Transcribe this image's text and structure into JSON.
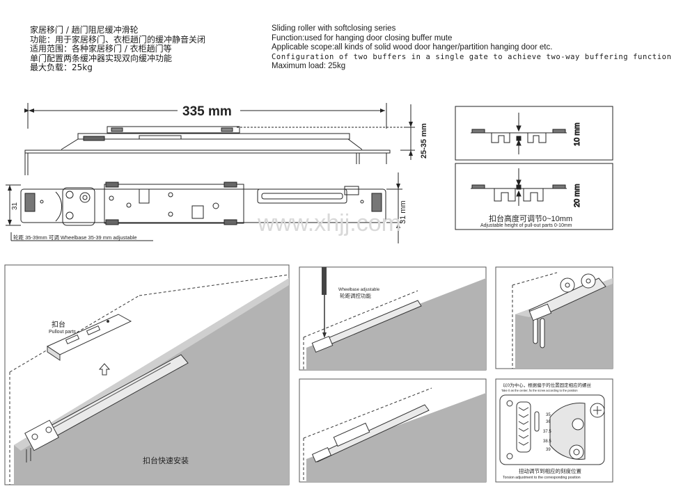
{
  "header": {
    "cn_lines": [
      "家居移门 / 趟门阻尼缓冲滑轮",
      "功能：用于家居移门、衣柜趟门的缓冲静音关闭",
      "适用范围：各种家居移门 / 衣柜趟门等",
      "单门配置两条缓冲器实现双向缓冲功能",
      "最大负载：25kg"
    ],
    "en_lines": [
      "Sliding roller with softclosing series",
      "Function:used for hanging door closing buffer mute",
      "Applicable scope:all kinds of solid wood door hanger/partition hanging door etc.",
      "Configuration of two buffers in a single gate to achieve two-way buffering function",
      "Maximum load: 25kg"
    ]
  },
  "dimensions": {
    "length": "335 mm",
    "height": "25-35 mm",
    "width_left": "31",
    "width_right": "31 mm",
    "wheelbase_note": "轮距 35-39mm 可调  Wheelbase 35-39 mm adjustable"
  },
  "adjust_panel": {
    "top_label": "10 mm",
    "bottom_label": "20 mm",
    "caption_cn": "扣台高度可调节0~10mm",
    "caption_en": "Adjustable height of pull-out parts 0-10mm"
  },
  "watermark": "www.xhjj.com",
  "install": {
    "pullout_cn": "扣台",
    "pullout_en": "Pullout parts",
    "quick_install_cn": "扣台快速安装",
    "wheelbase_en": "Wheelbase adjustable",
    "wheelbase_cn": "轮距调控功能",
    "center_note_cn": "以0为中心，根据偏于的位置固定相应的螺丝",
    "center_note_en": "Take 0 as the center, fix the screw according to the position",
    "torsion_cn": "扭动调节到相应的刻度位置",
    "torsion_en": "Torsion adjustment to the corresponding position",
    "scale": [
      "35",
      "36",
      "37.5",
      "38.5",
      "39"
    ]
  },
  "colors": {
    "line": "#222222",
    "door": "#b3b3b3",
    "frame": "#555555"
  }
}
